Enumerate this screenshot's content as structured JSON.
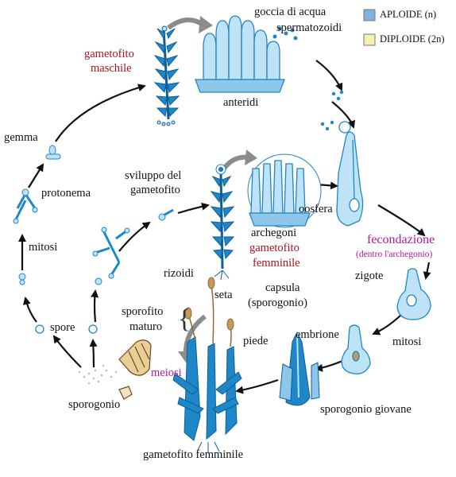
{
  "legend": {
    "haploid": {
      "label": "APLOIDE (n)",
      "color": "#7fb3df"
    },
    "diploid": {
      "label": "DIPLOIDE (2n)",
      "color": "#f7efb0"
    }
  },
  "colors": {
    "plant": "#1f86c8",
    "plant_dark": "#0d5f97",
    "cell": "#bfe3f6",
    "arrow": "#111111",
    "gray_arrow": "#8c8c8c",
    "red_text": "#b0101a",
    "magenta_text": "#b0189e",
    "capsule": "#c69a5a"
  },
  "labels": {
    "goccia": "goccia di acqua",
    "spermatozoidi": "spermatozoidi",
    "gametofito_maschile_1": "gametofito",
    "gametofito_maschile_2": "maschile",
    "anteridi": "anteridi",
    "gemma": "gemma",
    "protonema": "protonema",
    "mitosi_left": "mitosi",
    "sviluppo_1": "sviluppo del",
    "sviluppo_2": "gametofito",
    "oosfera": "oosfera",
    "archegoni": "archegoni",
    "gametofito_femminile_1": "gametofito",
    "gametofito_femminile_2": "femminile",
    "fecondazione": "fecondazione",
    "dentro": "(dentro l'archegonio)",
    "rizoidi": "rizoidi",
    "zigote": "zigote",
    "capsula_1": "capsula",
    "capsula_2": "(sporogonio)",
    "seta": "seta",
    "sporofito_1": "sporofito",
    "sporofito_2": "maturo",
    "piede": "piede",
    "spore": "spore",
    "meiosi": "meiosi",
    "embrione": "embrione",
    "mitosi_right": "mitosi",
    "sporogonio_left": "sporogonio",
    "sporogonio_giovane": "sporogonio giovane",
    "gametofito_femminile_bottom": "gametofito femminile"
  }
}
